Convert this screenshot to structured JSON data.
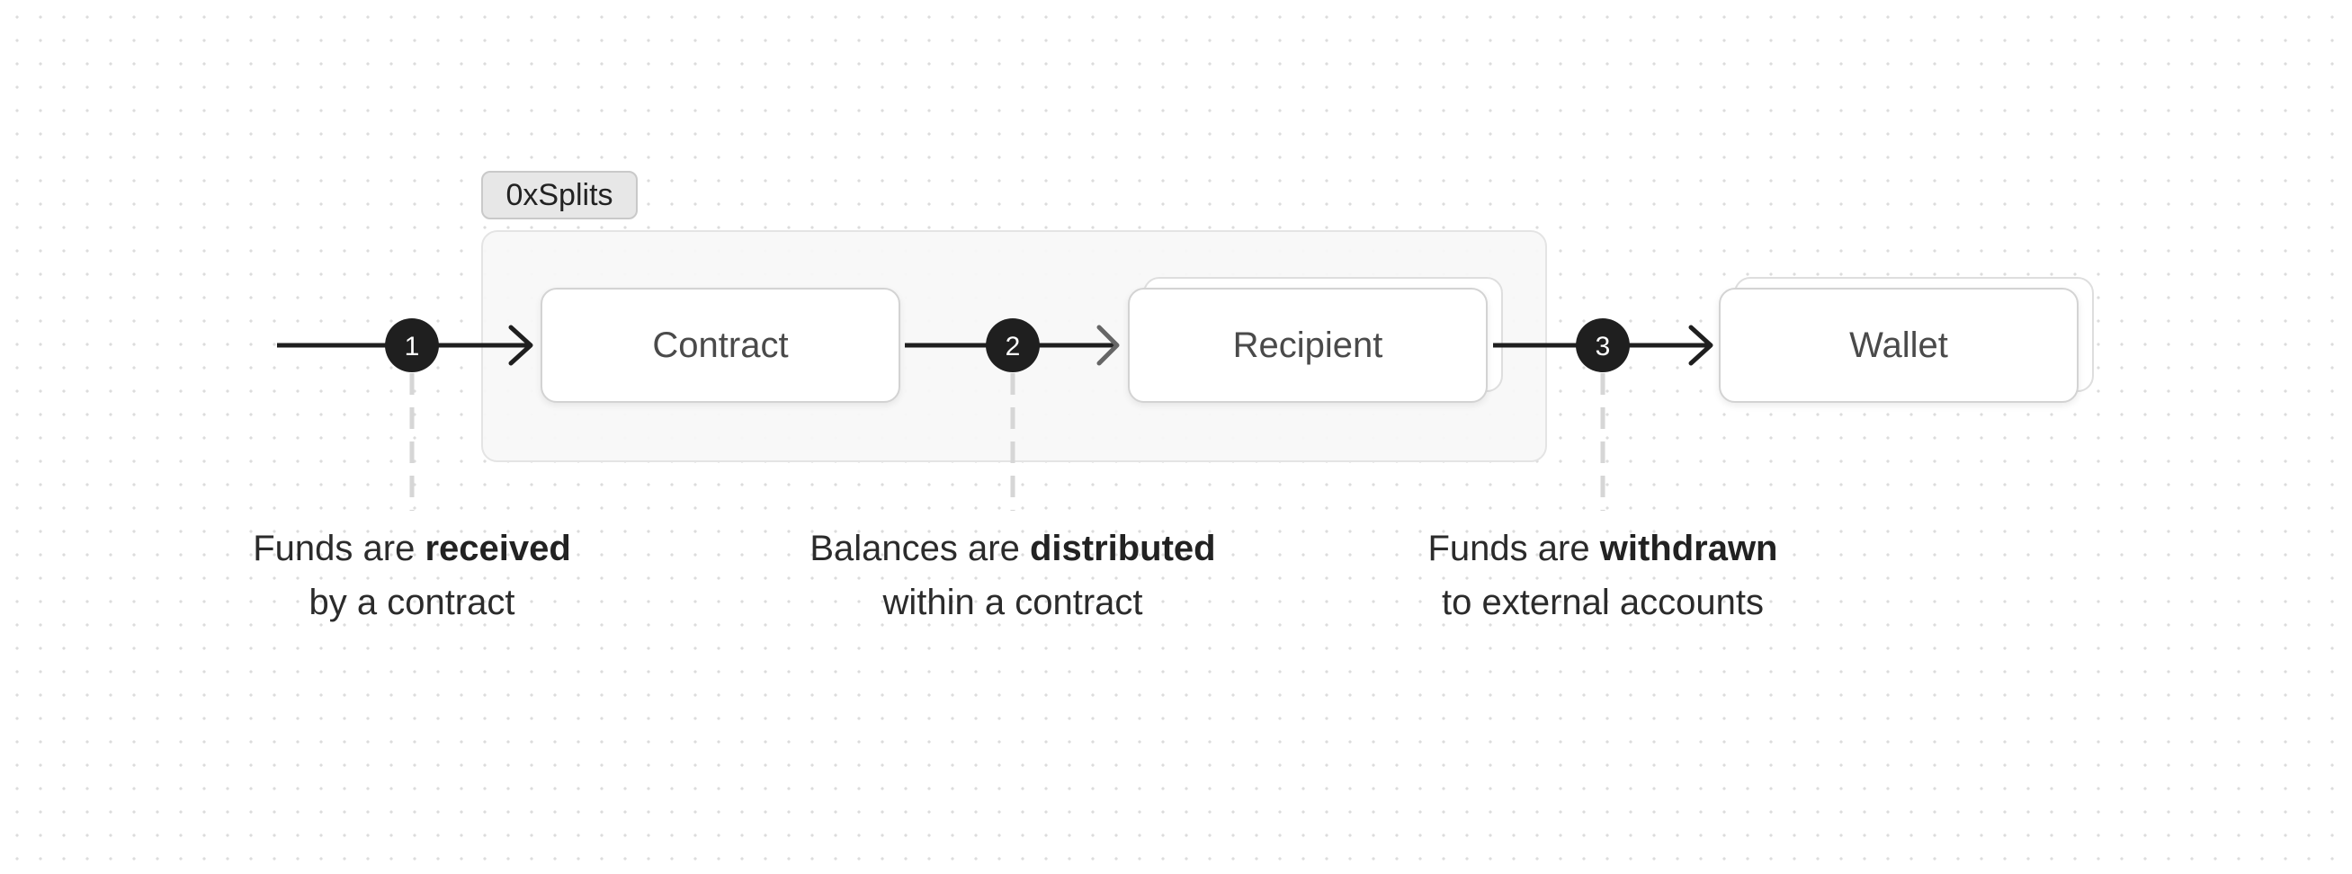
{
  "diagram": {
    "group": {
      "label": "0xSplits"
    },
    "nodes": {
      "contract": {
        "label": "Contract"
      },
      "recipient": {
        "label": "Recipient"
      },
      "wallet": {
        "label": "Wallet"
      }
    },
    "steps": [
      {
        "number": "1",
        "caption_before": "Funds are ",
        "caption_bold": "received",
        "caption_line2": "by a contract"
      },
      {
        "number": "2",
        "caption_before": "Balances are ",
        "caption_bold": "distributed",
        "caption_line2": "within a contract"
      },
      {
        "number": "3",
        "caption_before": "Funds are ",
        "caption_bold": "withdrawn",
        "caption_line2": "to external accounts"
      }
    ],
    "colors": {
      "arrow": "#1f1f1f",
      "step_badge": "#1f1f1f",
      "connector_dashed": "#d6d6d6",
      "node_border": "#d3d3d3",
      "group_fill": "#f7f7f7"
    }
  }
}
